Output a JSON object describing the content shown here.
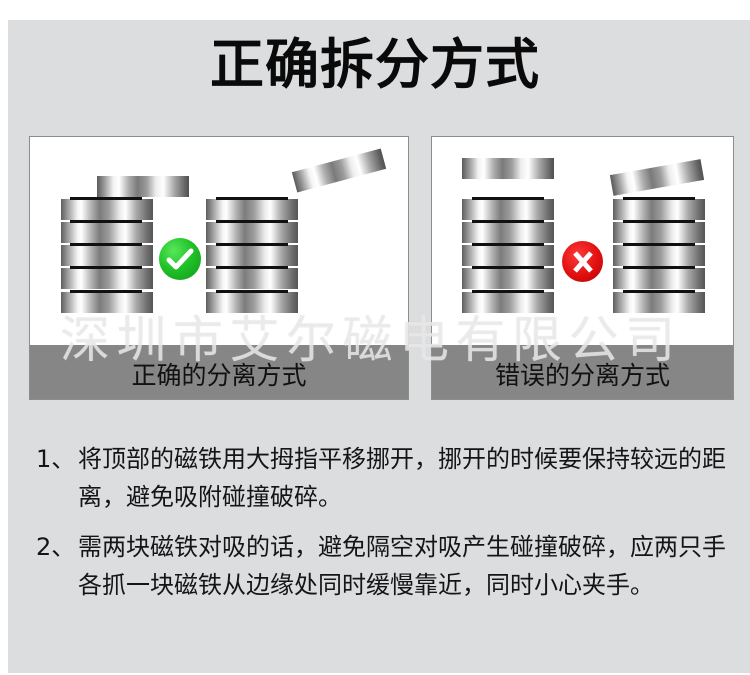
{
  "title": "正确拆分方式",
  "panels": [
    {
      "id": "correct",
      "caption": "正确的分离方式",
      "badge": "check-icon",
      "badge_color": "#1fbf29"
    },
    {
      "id": "wrong",
      "caption": "错误的分离方式",
      "badge": "x-icon",
      "badge_color": "#e01010"
    }
  ],
  "watermark": "深圳市艾尔磁电有限公司",
  "notes": [
    {
      "number": "1、",
      "text": "将顶部的磁铁用大拇指平移挪开，挪开的时候要保持较远的距离，避免吸附碰撞破碎。"
    },
    {
      "number": "2、",
      "text": "需两块磁铁对吸的话，避免隔空对吸产生碰撞破碎，应两只手各抓一块磁铁从边缘处同时缓慢靠近，同时小心夹手。"
    }
  ],
  "colors": {
    "background": "#dcdddf",
    "caption_bar": "#868686",
    "card_border": "#8c8c8c"
  }
}
